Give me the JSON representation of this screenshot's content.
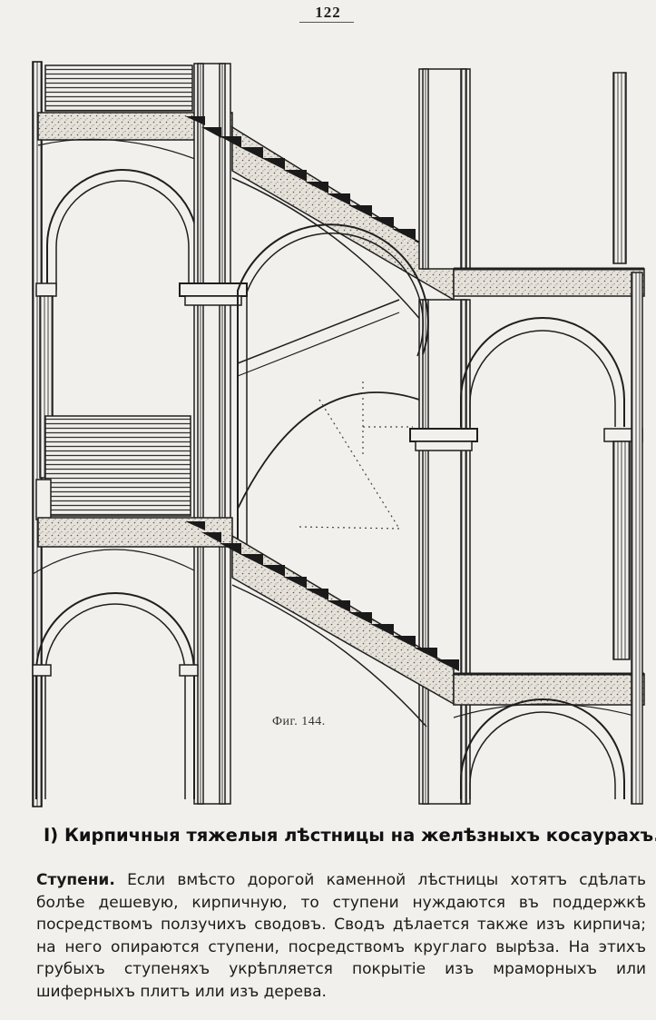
{
  "page": {
    "number": "122"
  },
  "figure": {
    "caption": "Фиг. 144."
  },
  "section": {
    "heading": "I) Кирпичныя тяжелыя лѣстницы на желѣзныхъ косаурахъ.",
    "paragraph_lead": "Ступени.",
    "paragraph_text": " Если вмѣсто дорогой каменной лѣстницы хотятъ сдѣлать болѣе дешевую, кирпичную, то ступени нуждаются въ поддержкѣ посредствомъ ползучихъ сводовъ. Сводъ дѣлается также изъ кирпича; на него опираются ступени, посредствомъ круглаго вырѣза. На этихъ грубыхъ ступеняхъ укрѣпляется покрытіе изъ мраморныхъ или шиферныхъ плитъ или изъ дерева."
  },
  "colors": {
    "paper": "#f2f0ec",
    "ink": "#1a1a1a",
    "stipple": "#d6d2ca",
    "hatch": "#3a3a3a"
  }
}
